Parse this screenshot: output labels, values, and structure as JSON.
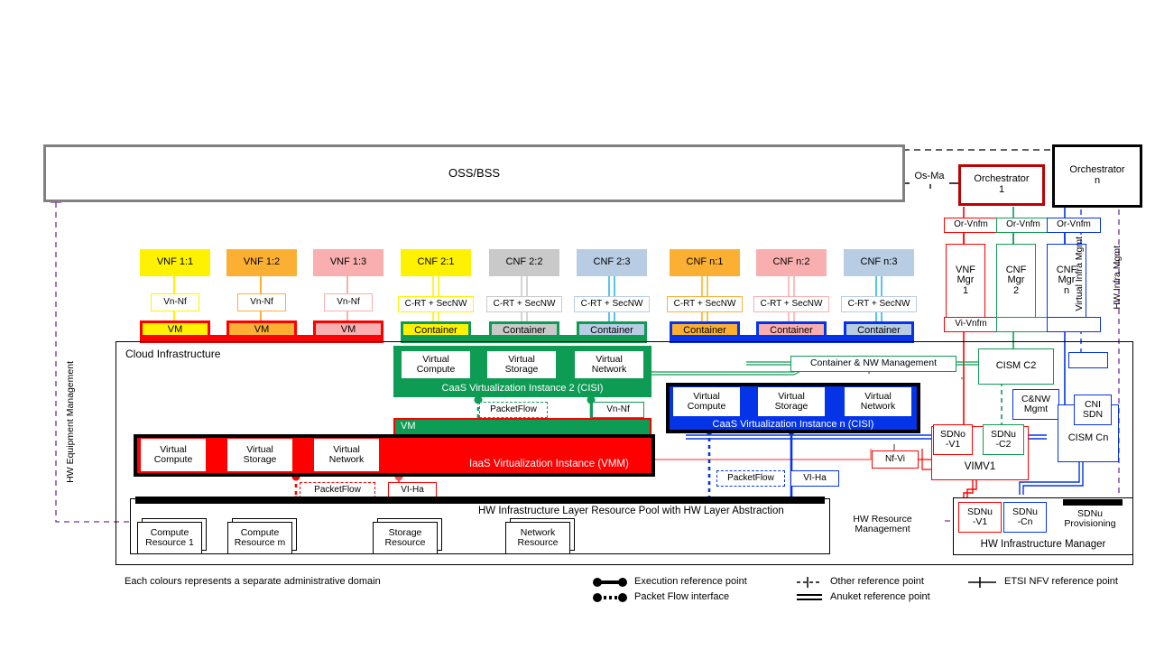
{
  "oss": {
    "label": "OSS/BSS"
  },
  "orchestrators": [
    {
      "name": "orchestrator-1",
      "line1": "Orchestrator",
      "line2": "1",
      "color": "#C00000"
    },
    {
      "name": "orchestrator-n",
      "line1": "Orchestrator",
      "line2": "n",
      "color": "#000000"
    }
  ],
  "reference_points": {
    "os_ma": "Os-Ma",
    "or_vnfm": "Or-Vnfm",
    "vi_vnfm": "Vi-Vnfm",
    "vn_nf": "Vn-Nf",
    "c_rt_secnw": "C-RT + SecNW",
    "packet_flow": "PacketFlow",
    "vi_ha": "VI-Ha",
    "nf_vi": "Nf-Vi"
  },
  "managers": [
    {
      "name": "vnf-mgr-1",
      "l1": "VNF",
      "l2": "Mgr",
      "l3": "1",
      "color": "#FF0000"
    },
    {
      "name": "cnf-mgr-2",
      "l1": "CNF",
      "l2": "Mgr",
      "l3": "2",
      "color": "#0E9B54"
    },
    {
      "name": "cnf-mgr-n",
      "l1": "CNF",
      "l2": "Mgr",
      "l3": "n",
      "color": "#0433E8"
    }
  ],
  "vnfs": [
    {
      "label": "VNF 1:1",
      "fill": "#FFF200",
      "stroke": "#FFF200",
      "iface": "Vn-Nf",
      "platform": "VM"
    },
    {
      "label": "VNF 1:2",
      "fill": "#FBB034",
      "stroke": "#FBB034",
      "iface": "Vn-Nf",
      "platform": "VM"
    },
    {
      "label": "VNF 1:3",
      "fill": "#F9AFAF",
      "stroke": "#F9AFAF",
      "iface": "Vn-Nf",
      "platform": "VM"
    }
  ],
  "cnfs": [
    {
      "label": "CNF 2:1",
      "fill": "#FFF200",
      "iface": "C-RT + SecNW",
      "platform": "Container",
      "base": "#0E9B54"
    },
    {
      "label": "CNF 2:2",
      "fill": "#C9C9C9",
      "iface": "C-RT + SecNW",
      "platform": "Container",
      "base": "#0E9B54"
    },
    {
      "label": "CNF 2:3",
      "fill": "#B8CCE4",
      "iface": "C-RT + SecNW",
      "platform": "Container",
      "base": "#0E9B54"
    },
    {
      "label": "CNF n:1",
      "fill": "#FBB034",
      "iface": "C-RT + SecNW",
      "platform": "Container",
      "base": "#0433E8"
    },
    {
      "label": "CNF n:2",
      "fill": "#F9AFAF",
      "iface": "C-RT + SecNW",
      "platform": "Container",
      "base": "#0433E8"
    },
    {
      "label": "CNF n:3",
      "fill": "#B8CCE4",
      "iface": "C-RT + SecNW",
      "platform": "Container",
      "base": "#0433E8"
    }
  ],
  "cloud_infrastructure": {
    "title": "Cloud Infrastructure"
  },
  "virt_resources": {
    "compute": "Virtual\nCompute",
    "storage": "Virtual\nStorage",
    "network": "Virtual\nNetwork",
    "compute1": "Virtual",
    "compute2": "Compute",
    "storage1": "Virtual",
    "storage2": "Storage",
    "network1": "Virtual",
    "network2": "Network"
  },
  "instances": {
    "caas2": {
      "label": "CaaS Virtualization Instance 2 (CISI)",
      "color": "#0E9B54"
    },
    "caasn": {
      "label": "CaaS Virtualization Instance n (CISI)",
      "color": "#0433E8"
    },
    "iaas": {
      "label": "IaaS Virtualization Instance (VMM)",
      "color": "#FF0000"
    },
    "vm_strip": {
      "label": "VM"
    }
  },
  "hw_pool": {
    "label": "HW Infrastructure Layer Resource Pool with HW Layer Abstraction"
  },
  "hw_resources": [
    {
      "l1": "Compute",
      "l2": "Resource 1"
    },
    {
      "l1": "Compute",
      "l2": "Resource m"
    },
    {
      "l1": "Storage",
      "l2": "Resource"
    },
    {
      "l1": "Network",
      "l2": "Resource"
    }
  ],
  "mgmt_right": {
    "container_nw_management": "Container & NW Management",
    "cism_c2": "CISM C2",
    "cism_cn": "CISM Cn",
    "cni_sdn": "CNI\nSDN",
    "cni_sdn_l1": "CNI",
    "cni_sdn_l2": "SDN",
    "cnw_mgmt_l1": "C&NW",
    "cnw_mgmt_l2": "Mgmt",
    "vimv1": "VIMV1",
    "sdno_v1_l1": "SDNo",
    "sdno_v1_l2": "-V1",
    "sdnu_c2_l1": "SDNu",
    "sdnu_c2_l2": "-C2",
    "hw_infra_manager": "HW Infrastructure Manager",
    "sdnu_v1_l1": "SDNu",
    "sdnu_v1_l2": "-V1",
    "sdnu_cn_l1": "SDNu",
    "sdnu_cn_l2": "-Cn",
    "sdnu_prov_l1": "SDNu",
    "sdnu_prov_l2": "Provisioning",
    "hw_resource_mgmt_l1": "HW Resource",
    "hw_resource_mgmt_l2": "Management"
  },
  "vertical_labels": {
    "hw_equipment_management": "HW Equipment Management",
    "virtual_infra_mgmt": "Virtual Infra Mgmt",
    "hw_infra_mgmt": "HW Infra Mgmt"
  },
  "legend": {
    "note": "Each colours represents a separate administrative domain",
    "items": [
      {
        "key": "execution-reference-point",
        "label": "Execution reference point",
        "style": "solid-dumbbell"
      },
      {
        "key": "packet-flow-interface",
        "label": "Packet Flow interface",
        "style": "dotted-dumbbell"
      },
      {
        "key": "other-reference-point",
        "label": "Other reference point",
        "style": "dashed-tick"
      },
      {
        "key": "anuket-reference-point",
        "label": "Anuket reference point",
        "style": "double-line"
      },
      {
        "key": "etsi-nfv-reference-point",
        "label": "ETSI NFV reference point",
        "style": "solid-tick"
      }
    ]
  }
}
